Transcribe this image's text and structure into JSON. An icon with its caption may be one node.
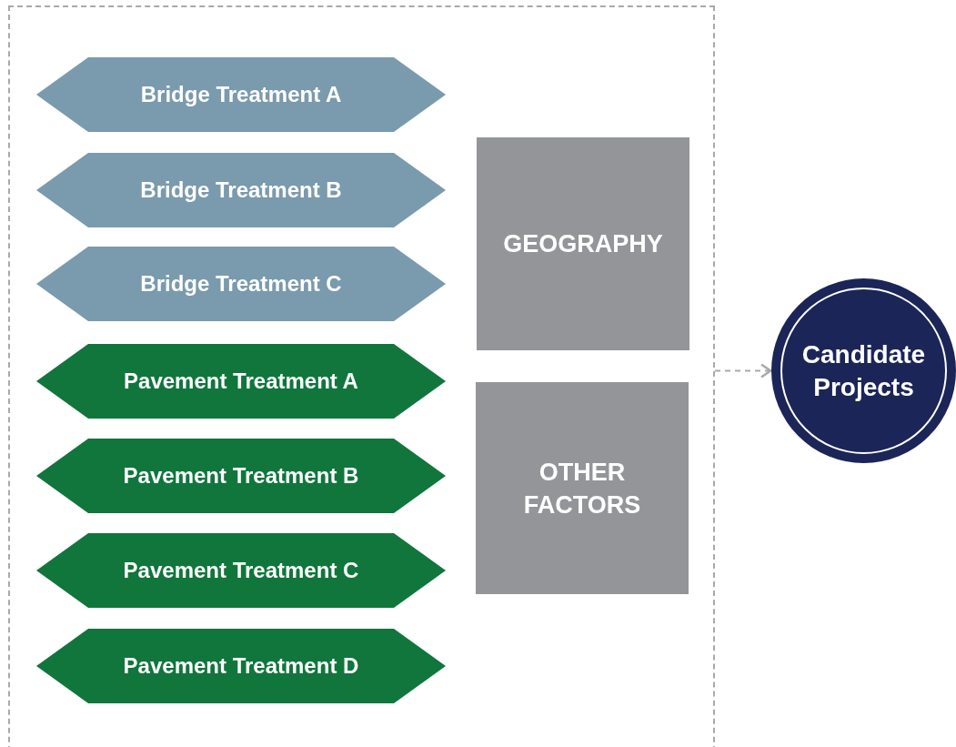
{
  "diagram": {
    "nodes": [
      {
        "text": [],
        "shape": "box"
      },
      {
        "text": [
          "Bridge Treatment A"
        ],
        "in": 0
      },
      {
        "text": [
          "Bridge Treatment B"
        ],
        "in": 0
      },
      {
        "text": [
          "Bridge Treatment C"
        ],
        "in": 0
      },
      {
        "text": [
          "Pavement Treatment A"
        ],
        "in": 0
      },
      {
        "text": [
          "Pavement Treatment B"
        ],
        "in": 0
      },
      {
        "text": [
          "Pavement Treatment C"
        ],
        "in": 0
      },
      {
        "text": [
          "Pavement Treatment D"
        ],
        "in": 0
      },
      {
        "text": [
          "GEOGRAPHY"
        ],
        "in": 0
      },
      {
        "text": [
          "OTHER FACTORS"
        ],
        "in": 0
      },
      {
        "text": [
          "Candidate Projects"
        ]
      }
    ],
    "edges": [
      {
        "from": 0,
        "to": 10,
        "arrow": "to",
        "style": "dashed"
      }
    ]
  }
}
